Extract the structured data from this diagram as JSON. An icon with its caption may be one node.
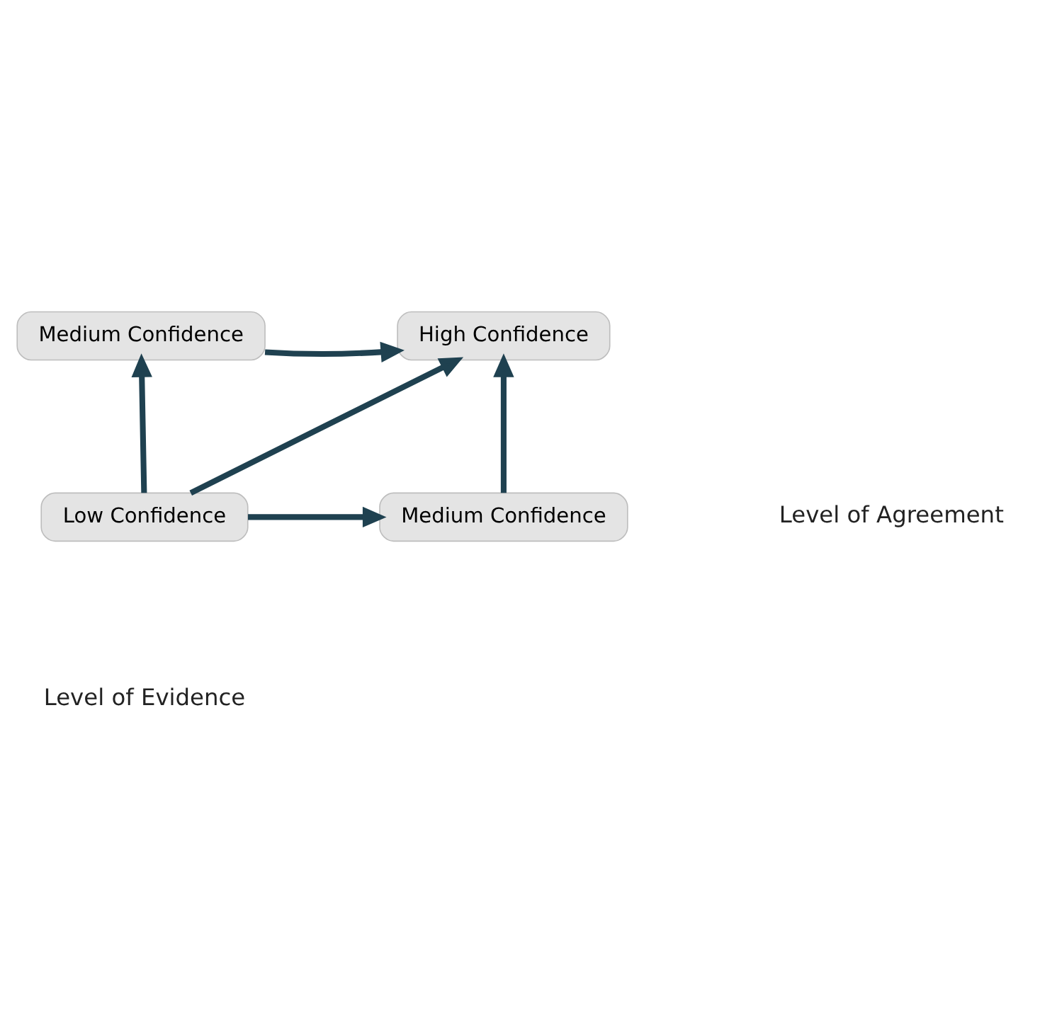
{
  "diagram": {
    "nodes": [
      {
        "text": [
          "Medium Confidence"
        ]
      },
      {
        "text": [
          "High Confidence"
        ]
      },
      {
        "text": [
          "Low Confidence"
        ]
      },
      {
        "text": [
          "Medium Confidence"
        ]
      }
    ],
    "edges": [
      {
        "from": 0,
        "to": 1,
        "arrow": "to"
      },
      {
        "from": 2,
        "to": 0,
        "arrow": "to"
      },
      {
        "from": 2,
        "to": 1,
        "arrow": "to"
      },
      {
        "from": 2,
        "to": 3,
        "arrow": "to"
      },
      {
        "from": 3,
        "to": 1,
        "arrow": "to"
      }
    ],
    "labels": [
      "Level of Agreement",
      "Level of Evidence"
    ]
  }
}
